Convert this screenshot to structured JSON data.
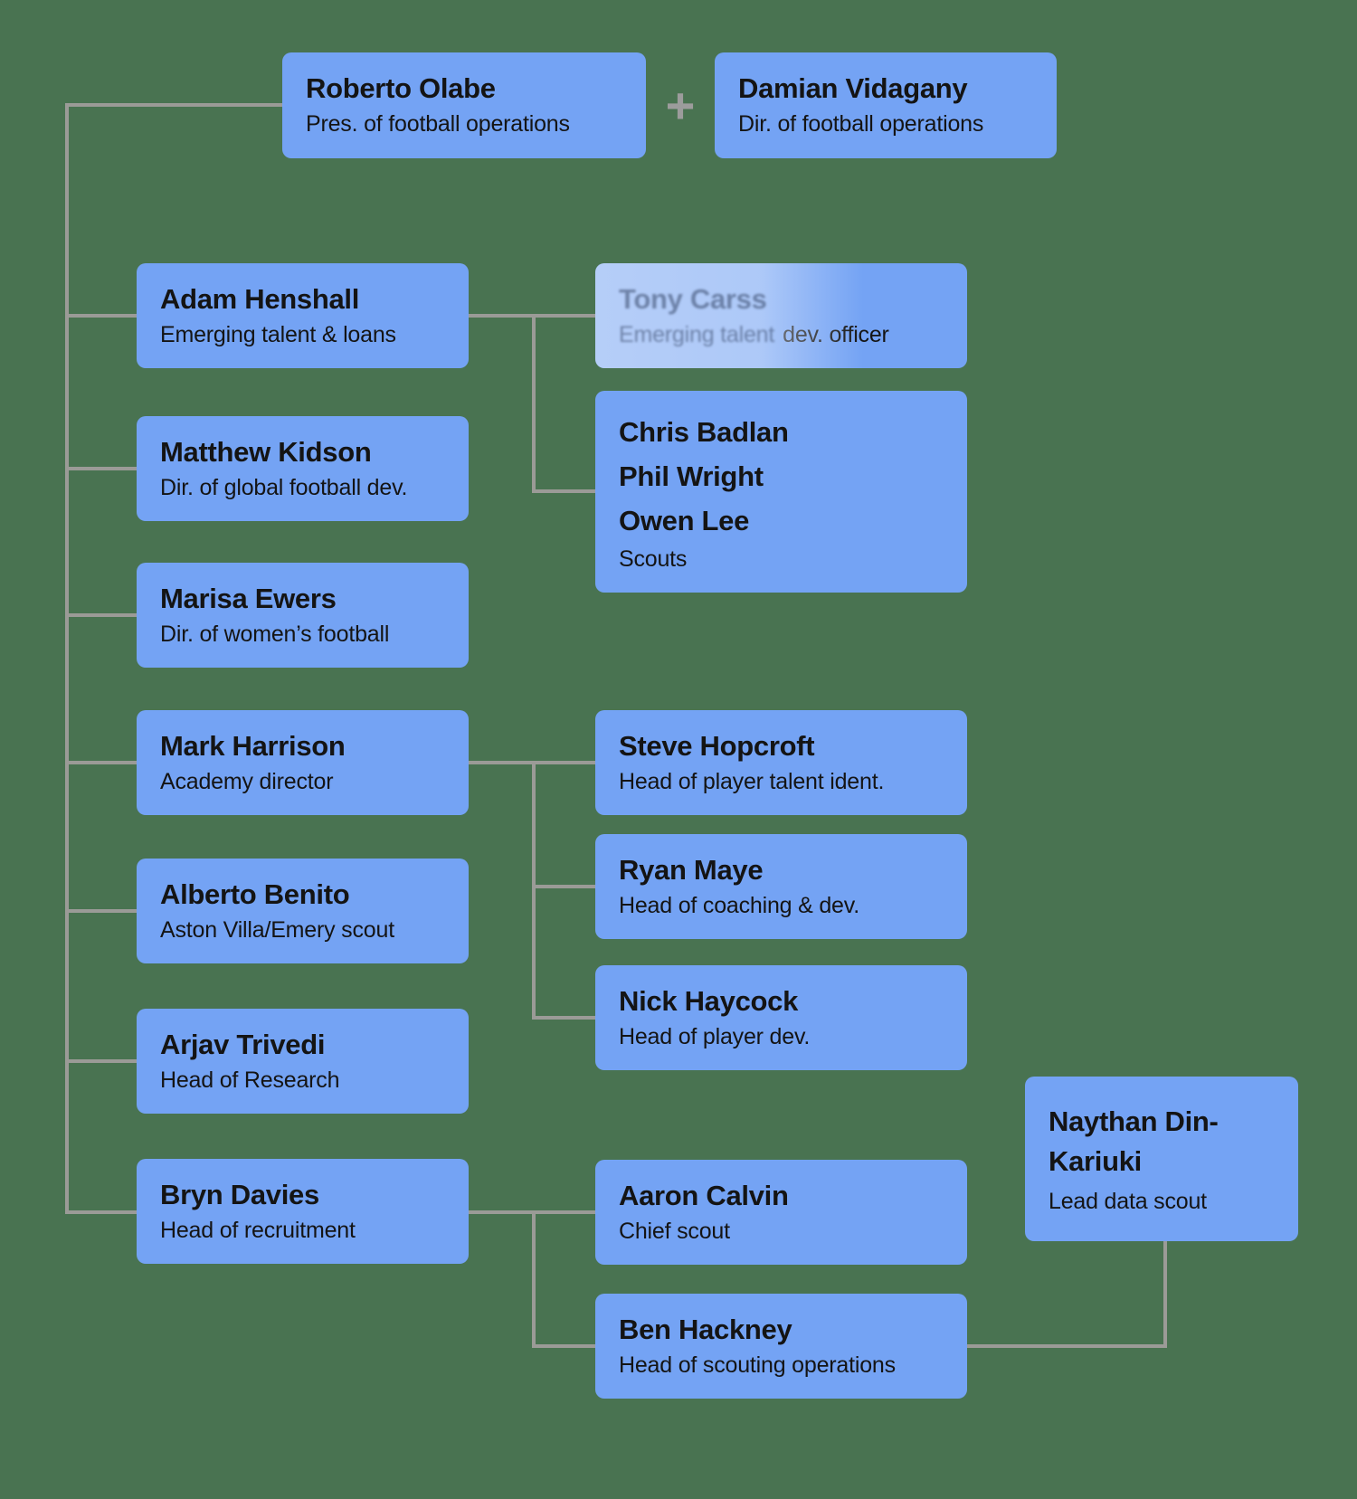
{
  "page": {
    "background_color": "#497351",
    "box_color": "#74a3f4",
    "line_color": "#9b9b97",
    "text_color": "#141414"
  },
  "connector_plus": "+",
  "nodes": {
    "roberto": {
      "name": "Roberto Olabe",
      "role": "Pres. of football operations"
    },
    "damian": {
      "name": "Damian Vidagany",
      "role": "Dir. of football operations"
    },
    "adam": {
      "name": "Adam Henshall",
      "role": "Emerging talent & loans"
    },
    "tony": {
      "name": "Tony Carss",
      "role_faded": "Emerging talent",
      "role_solid": "dev. officer"
    },
    "scouts": {
      "names": [
        "Chris Badlan",
        "Phil Wright",
        "Owen Lee"
      ],
      "role": "Scouts"
    },
    "matthew": {
      "name": "Matthew Kidson",
      "role": "Dir. of global football dev."
    },
    "marisa": {
      "name": "Marisa Ewers",
      "role": "Dir. of women’s football"
    },
    "mark": {
      "name": "Mark Harrison",
      "role": "Academy director"
    },
    "steve": {
      "name": "Steve Hopcroft",
      "role": "Head of player talent ident."
    },
    "ryan": {
      "name": "Ryan Maye",
      "role": "Head of coaching & dev."
    },
    "alberto": {
      "name": "Alberto Benito",
      "role": "Aston Villa/Emery scout"
    },
    "nick": {
      "name": "Nick Haycock",
      "role": "Head of player dev."
    },
    "arjav": {
      "name": "Arjav Trivedi",
      "role": "Head of Research"
    },
    "bryn": {
      "name": "Bryn Davies",
      "role": "Head of recruitment"
    },
    "aaron": {
      "name": "Aaron Calvin",
      "role": "Chief scout"
    },
    "ben": {
      "name": "Ben Hackney",
      "role": "Head of scouting operations"
    },
    "naythan": {
      "name": "Naythan Din-Kariuki",
      "role": "Lead data scout"
    }
  }
}
